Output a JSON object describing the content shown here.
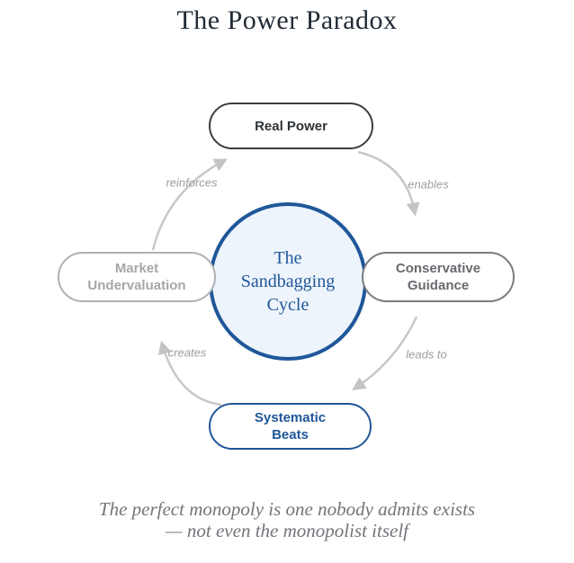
{
  "title": "The Power Paradox",
  "diagram": {
    "center": {
      "lines": [
        "The",
        "Sandbagging",
        "Cycle"
      ]
    },
    "nodes": {
      "top": {
        "lines": [
          "Real Power"
        ]
      },
      "right": {
        "lines": [
          "Conservative",
          "Guidance"
        ]
      },
      "bottom": {
        "lines": [
          "Systematic",
          "Beats"
        ]
      },
      "left": {
        "lines": [
          "Market",
          "Undervaluation"
        ]
      }
    },
    "edges": {
      "top_left": "reinforces",
      "top_right": "enables",
      "bottom_right": "leads to",
      "bottom_left": "creates"
    }
  },
  "caption": {
    "lines": [
      "The perfect monopoly is one nobody admits exists",
      "— not even the monopolist itself"
    ]
  },
  "colors": {
    "accent_blue": "#1f5799",
    "circle_fill": "#edf4fb",
    "dark_node_border": "#3a3e42",
    "mid_gray_node": "#797c7f",
    "light_gray_node": "#aeb1b4",
    "arrow_gray": "#c6c8ca",
    "edge_label_gray": "#9b9ea3",
    "title_color": "#212b36",
    "caption_gray": "#71757a"
  }
}
